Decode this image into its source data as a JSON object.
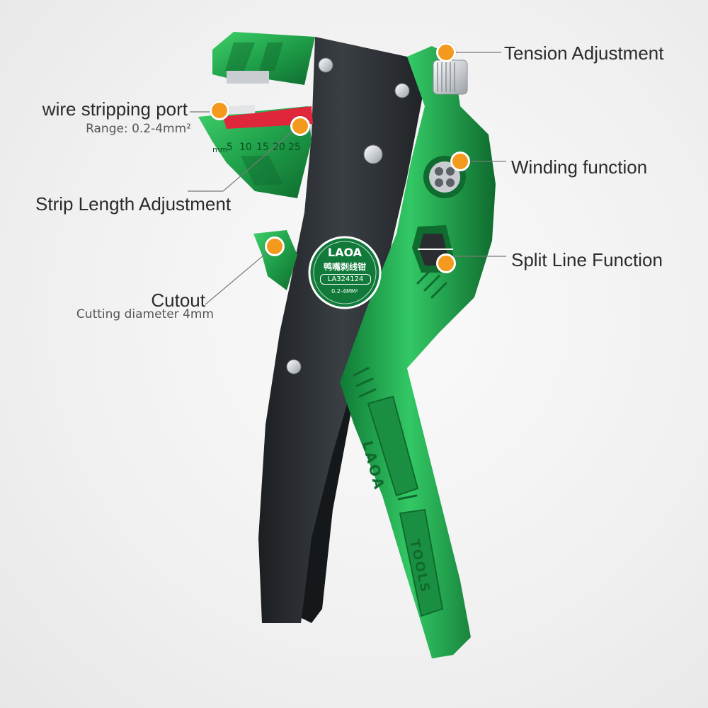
{
  "badge": {
    "brand": "LAOA",
    "chinese_name": "鸭嘴剥线钳",
    "model": "LA324124",
    "range": "0.2-4MM²"
  },
  "scale": {
    "unit": "mm",
    "ticks": [
      "5",
      "10",
      "15",
      "20",
      "25"
    ]
  },
  "handle": {
    "brand": "LAOA",
    "tools": "TOOLS"
  },
  "callouts": {
    "tension": {
      "title": "Tension Adjustment"
    },
    "wire_port": {
      "title": "wire stripping port",
      "subtitle": "Range: 0.2-4mm²"
    },
    "winding": {
      "title": "Winding function"
    },
    "strip_length": {
      "title": "Strip Length Adjustment"
    },
    "split_line": {
      "title": "Split Line Function"
    },
    "cutout": {
      "title": "Cutout",
      "subtitle": "Cutting diameter 4mm"
    }
  },
  "colors": {
    "green": "#1fa04a",
    "green_dark": "#0f6b2e",
    "black_body": "#2b2f33",
    "accent_red": "#e0263b",
    "dot_orange": "#f39a1e",
    "badge_green": "#117a3a"
  }
}
